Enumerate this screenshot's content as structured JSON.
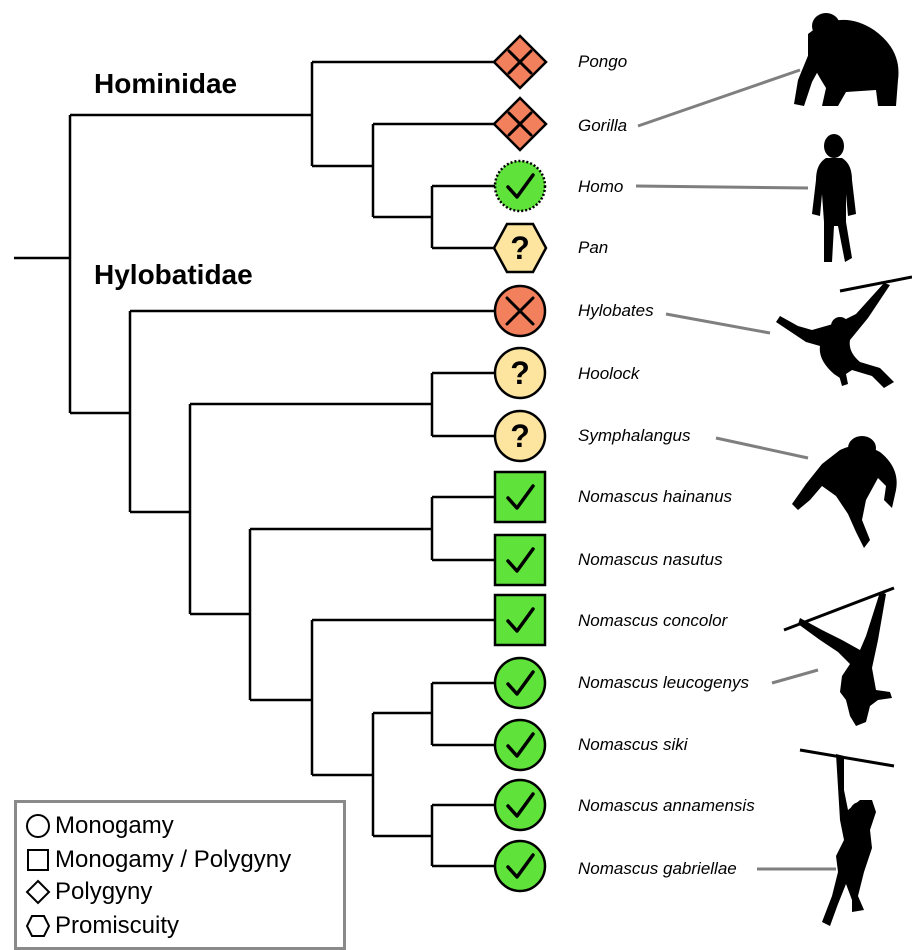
{
  "groups": {
    "hominidae": "Hominidae",
    "hylobatidae": "Hylobatidae"
  },
  "colors": {
    "branch": "#000000",
    "yes": "#5fe23a",
    "no": "#f2805c",
    "unknown": "#fde5a0",
    "connector": "#7f7f7f",
    "silhouette": "#000000",
    "legend_border": "#8a8a8a"
  },
  "taxa": [
    {
      "name": "Pongo",
      "system": "polygyny",
      "status": "no"
    },
    {
      "name": "Gorilla",
      "system": "polygyny",
      "status": "no"
    },
    {
      "name": "Homo",
      "system": "monogamy",
      "status": "yes"
    },
    {
      "name": "Pan",
      "system": "promiscuity",
      "status": "unknown"
    },
    {
      "name": "Hylobates",
      "system": "monogamy",
      "status": "no"
    },
    {
      "name": "Hoolock",
      "system": "monogamy",
      "status": "unknown"
    },
    {
      "name": "Symphalangus",
      "system": "monogamy",
      "status": "unknown"
    },
    {
      "name": "Nomascus hainanus",
      "system": "monogamy-polygyny",
      "status": "yes"
    },
    {
      "name": "Nomascus nasutus",
      "system": "monogamy-polygyny",
      "status": "yes"
    },
    {
      "name": "Nomascus concolor",
      "system": "monogamy-polygyny",
      "status": "yes"
    },
    {
      "name": "Nomascus leucogenys",
      "system": "monogamy",
      "status": "yes"
    },
    {
      "name": "Nomascus siki",
      "system": "monogamy",
      "status": "yes"
    },
    {
      "name": "Nomascus annamensis",
      "system": "monogamy",
      "status": "yes"
    },
    {
      "name": "Nomascus gabriellae",
      "system": "monogamy",
      "status": "yes"
    }
  ],
  "legend": {
    "items": [
      {
        "shape": "circle",
        "label": "Monogamy"
      },
      {
        "shape": "square",
        "label": "Monogamy / Polygyny"
      },
      {
        "shape": "diamond",
        "label": "Polygyny"
      },
      {
        "shape": "hexagon",
        "label": "Promiscuity"
      }
    ]
  },
  "silhouettes": [
    {
      "icon": "gorilla-silhouette-icon",
      "taxon": "Gorilla"
    },
    {
      "icon": "human-silhouette-icon",
      "taxon": "Homo"
    },
    {
      "icon": "hylobates-silhouette-icon",
      "taxon": "Hylobates"
    },
    {
      "icon": "siamang-silhouette-icon",
      "taxon": "Symphalangus"
    },
    {
      "icon": "leucogenys-silhouette-icon",
      "taxon": "Nomascus leucogenys"
    },
    {
      "icon": "gabriellae-silhouette-icon",
      "taxon": "Nomascus gabriellae"
    }
  ]
}
